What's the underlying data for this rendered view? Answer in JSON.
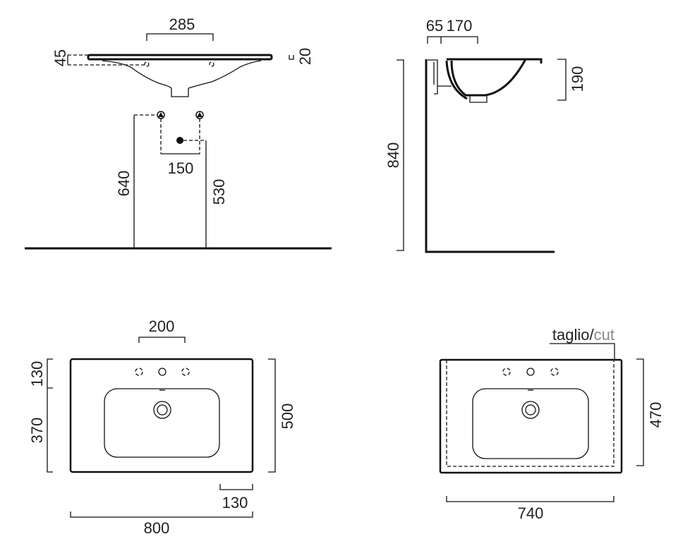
{
  "front_elevation": {
    "width_between_holes": "285",
    "rim_height": "45",
    "rim_thickness": "20",
    "supply_height": "640",
    "waste_height": "530",
    "supply_spacing": "150"
  },
  "side_elevation": {
    "wall_offset": "65",
    "bowl_offset": "170",
    "bowl_depth": "190",
    "mounting_height": "840"
  },
  "plan_view": {
    "tap_spacing": "200",
    "back_depth": "130",
    "bowl_depth": "370",
    "total_depth": "500",
    "side_margin": "130",
    "total_width": "800"
  },
  "cut_view": {
    "label_taglio": "taglio/",
    "label_cut": "cut",
    "depth": "470",
    "width": "740",
    "cut_color": "#888888"
  }
}
